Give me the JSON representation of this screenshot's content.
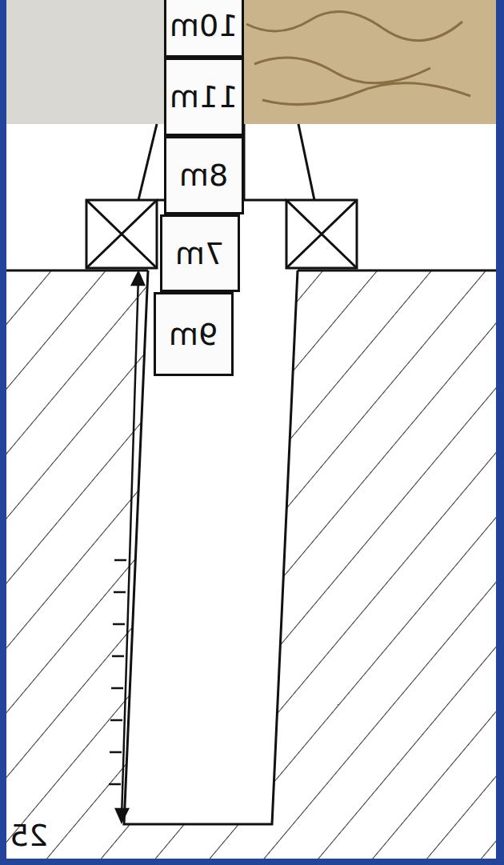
{
  "diagram": {
    "nodes": [
      {
        "text": [
          "10m"
        ]
      },
      {
        "text": [
          "11m"
        ]
      },
      {
        "text": [
          "8m"
        ]
      },
      {
        "text": [
          "7m"
        ]
      },
      {
        "text": [
          "9m"
        ]
      }
    ],
    "labels": [
      "25"
    ]
  }
}
